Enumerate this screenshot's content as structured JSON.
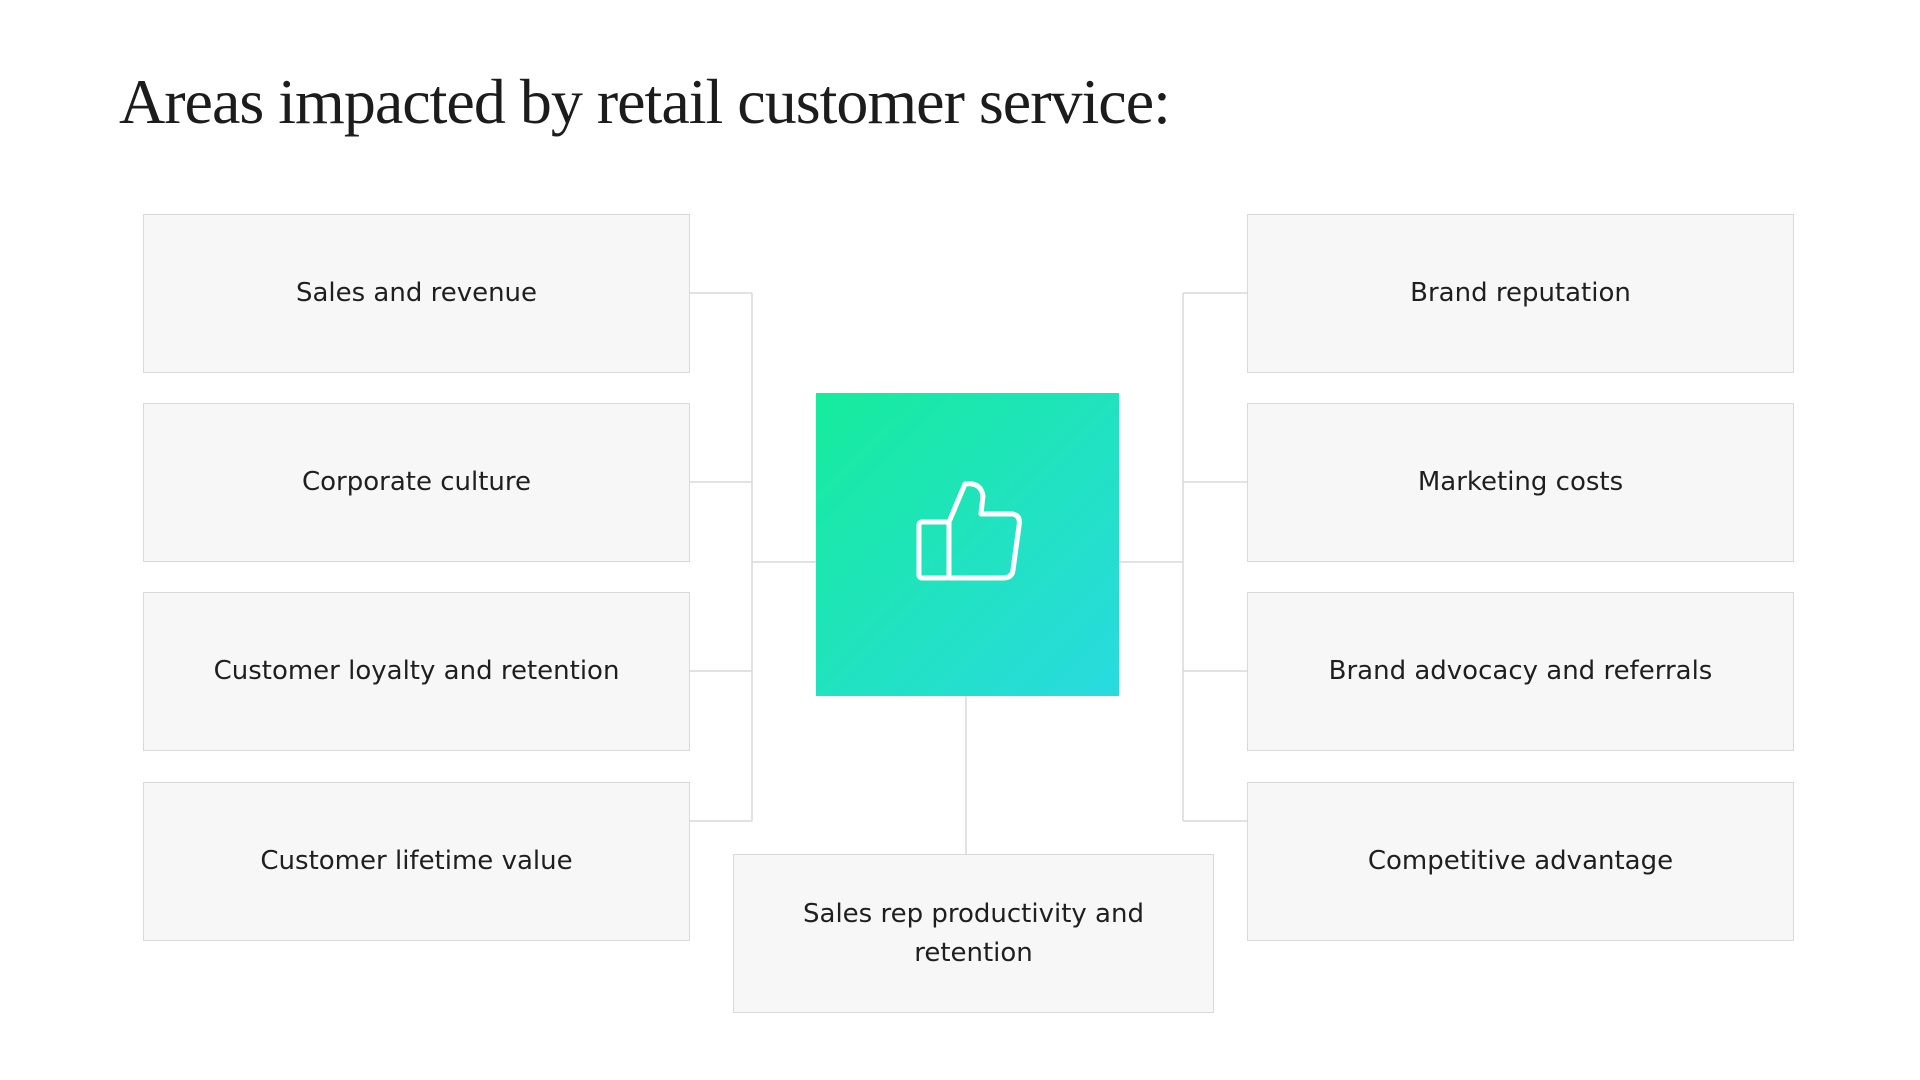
{
  "title": "Areas impacted by retail customer service:",
  "hub": {
    "icon": "thumbs-up-icon",
    "gradient": [
      "#16ec9c",
      "#29dae0"
    ]
  },
  "left_items": [
    "Sales and revenue",
    "Corporate culture",
    "Customer loyalty and retention",
    "Customer lifetime value"
  ],
  "right_items": [
    "Brand reputation",
    "Marketing costs",
    "Brand advocacy and referrals",
    "Competitive advantage"
  ],
  "bottom_item": "Sales rep productivity and retention",
  "colors": {
    "box_background": "#f7f7f7",
    "box_border": "#d9d9d9",
    "connector": "#d9d9d9"
  }
}
